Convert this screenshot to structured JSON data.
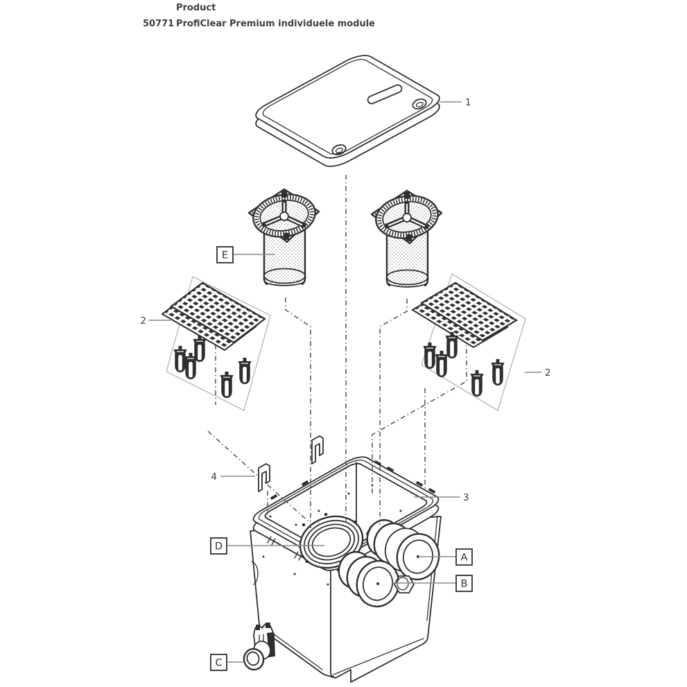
{
  "header": {
    "column_label": "Product",
    "item_number": "50771",
    "product_name": "ProfiClear Premium individuele module"
  },
  "callouts": {
    "lid": "1",
    "foam_set_left": "2",
    "foam_set_right": "2",
    "container": "3",
    "clip": "4",
    "outlet_a": "A",
    "outlet_b": "B",
    "drain_c": "C",
    "inlet_d": "D",
    "filter_cartridge_e": "E"
  },
  "colors": {
    "line": "#2e2e2e",
    "leader": "#8a8a8a",
    "label_text": "#3a3a3a",
    "group_outline": "#b8b8b8",
    "background": "#ffffff"
  }
}
